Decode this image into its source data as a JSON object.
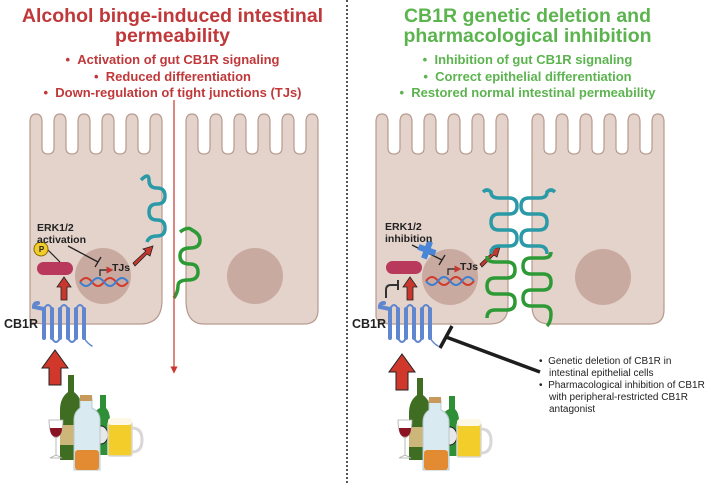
{
  "left_panel": {
    "title": "Alcohol binge-induced intestinal permeability",
    "title_line1": "Alcohol binge-induced intestinal",
    "title_line2": "permeability",
    "bullets": [
      "Activation of gut CB1R signaling",
      "Reduced differentiation",
      "Down-regulation of tight junctions (TJs)"
    ],
    "erk_label_line1": "ERK1/2",
    "erk_label_line2": "activation",
    "phospho_label": "P",
    "tj_label": "TJs",
    "receptor_label": "CB1R",
    "color": "#c0383a"
  },
  "right_panel": {
    "title": "CB1R genetic deletion and pharmacological inhibition",
    "title_line1": "CB1R genetic deletion and",
    "title_line2": "pharmacological inhibition",
    "bullets": [
      "Inhibition of gut CB1R signaling",
      "Correct epithelial differentiation",
      "Restored normal intestinal permeability"
    ],
    "erk_label_line1": "ERK1/2",
    "erk_label_line2": "inhibition",
    "tj_label": "TJs",
    "receptor_label": "CB1R",
    "intervention_notes": [
      "Genetic deletion of CB1R in intestinal epithelial cells",
      "Pharmacological inhibition of CB1R with peripheral-restricted CB1R antagonist"
    ],
    "color": "#5cb44f"
  },
  "colors": {
    "cell_fill": "#e4d3cb",
    "cell_stroke": "#b79a8e",
    "nucleus": "#c9aaa1",
    "claudin_teal": "#2a9aa6",
    "claudin_green": "#2e9a36",
    "receptor_blue": "#5f86cf",
    "erk_magenta": "#b8395c",
    "arrow_red": "#c8372d",
    "inhibitor_blue": "#4a86d8",
    "phospho_yellow": "#f1cc2a"
  }
}
